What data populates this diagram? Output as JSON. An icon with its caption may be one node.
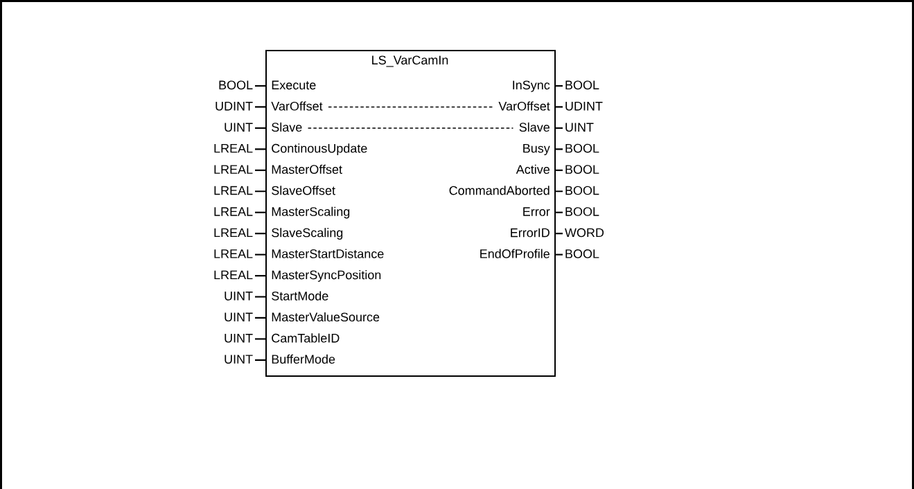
{
  "diagram": {
    "nodes": [
      {
        "text": [
          "LS_VarCamIn"
        ]
      },
      {
        "text": [
          "Execute"
        ],
        "in": 0
      },
      {
        "text": [
          "VarOffset"
        ],
        "in": 0
      },
      {
        "text": [
          "Slave"
        ],
        "in": 0
      },
      {
        "text": [
          "ContinousUpdate"
        ],
        "in": 0
      },
      {
        "text": [
          "MasterOffset"
        ],
        "in": 0
      },
      {
        "text": [
          "SlaveOffset"
        ],
        "in": 0
      },
      {
        "text": [
          "MasterScaling"
        ],
        "in": 0
      },
      {
        "text": [
          "SlaveScaling"
        ],
        "in": 0
      },
      {
        "text": [
          "MasterStartDistance"
        ],
        "in": 0
      },
      {
        "text": [
          "MasterSyncPosition"
        ],
        "in": 0
      },
      {
        "text": [
          "StartMode"
        ],
        "in": 0
      },
      {
        "text": [
          "MasterValueSource"
        ],
        "in": 0
      },
      {
        "text": [
          "CamTableID"
        ],
        "in": 0
      },
      {
        "text": [
          "BufferMode"
        ],
        "in": 0
      },
      {
        "text": [
          "InSync"
        ],
        "in": 0
      },
      {
        "text": [
          "VarOffset"
        ],
        "in": 0
      },
      {
        "text": [
          "Slave"
        ],
        "in": 0
      },
      {
        "text": [
          "Busy"
        ],
        "in": 0
      },
      {
        "text": [
          "Active"
        ],
        "in": 0
      },
      {
        "text": [
          "CommandAborted"
        ],
        "in": 0
      },
      {
        "text": [
          "Error"
        ],
        "in": 0
      },
      {
        "text": [
          "ErrorID"
        ],
        "in": 0
      },
      {
        "text": [
          "EndOfProfile"
        ],
        "in": 0
      },
      {
        "text": [
          "BOOL"
        ]
      },
      {
        "text": [
          "UDINT"
        ]
      },
      {
        "text": [
          "UINT"
        ]
      },
      {
        "text": [
          "LREAL"
        ]
      },
      {
        "text": [
          "LREAL"
        ]
      },
      {
        "text": [
          "LREAL"
        ]
      },
      {
        "text": [
          "LREAL"
        ]
      },
      {
        "text": [
          "LREAL"
        ]
      },
      {
        "text": [
          "LREAL"
        ]
      },
      {
        "text": [
          "LREAL"
        ]
      },
      {
        "text": [
          "UINT"
        ]
      },
      {
        "text": [
          "UINT"
        ]
      },
      {
        "text": [
          "UINT"
        ]
      },
      {
        "text": [
          "UINT"
        ]
      },
      {
        "text": [
          "BOOL"
        ]
      },
      {
        "text": [
          "UDINT"
        ]
      },
      {
        "text": [
          "UINT"
        ]
      },
      {
        "text": [
          "BOOL"
        ]
      },
      {
        "text": [
          "BOOL"
        ]
      },
      {
        "text": [
          "BOOL"
        ]
      },
      {
        "text": [
          "BOOL"
        ]
      },
      {
        "text": [
          "WORD"
        ]
      },
      {
        "text": [
          "BOOL"
        ]
      }
    ],
    "edges": [
      {
        "from": 24,
        "to": 1,
        "arrow": "none"
      },
      {
        "from": 25,
        "to": 2,
        "arrow": "none"
      },
      {
        "from": 26,
        "to": 3,
        "arrow": "none"
      },
      {
        "from": 27,
        "to": 4,
        "arrow": "none"
      },
      {
        "from": 28,
        "to": 5,
        "arrow": "none"
      },
      {
        "from": 29,
        "to": 6,
        "arrow": "none"
      },
      {
        "from": 30,
        "to": 7,
        "arrow": "none"
      },
      {
        "from": 31,
        "to": 8,
        "arrow": "none"
      },
      {
        "from": 32,
        "to": 9,
        "arrow": "none"
      },
      {
        "from": 33,
        "to": 10,
        "arrow": "none"
      },
      {
        "from": 34,
        "to": 11,
        "arrow": "none"
      },
      {
        "from": 35,
        "to": 12,
        "arrow": "none"
      },
      {
        "from": 36,
        "to": 13,
        "arrow": "none"
      },
      {
        "from": 37,
        "to": 14,
        "arrow": "none"
      },
      {
        "from": 15,
        "to": 38,
        "arrow": "none"
      },
      {
        "from": 16,
        "to": 39,
        "arrow": "none"
      },
      {
        "from": 17,
        "to": 40,
        "arrow": "none"
      },
      {
        "from": 18,
        "to": 41,
        "arrow": "none"
      },
      {
        "from": 19,
        "to": 42,
        "arrow": "none"
      },
      {
        "from": 20,
        "to": 43,
        "arrow": "none"
      },
      {
        "from": 21,
        "to": 44,
        "arrow": "none"
      },
      {
        "from": 22,
        "to": 45,
        "arrow": "none"
      },
      {
        "from": 23,
        "to": 46,
        "arrow": "none"
      },
      {
        "from": 2,
        "to": 16,
        "arrow": "none",
        "style": "dashed"
      },
      {
        "from": 3,
        "to": 17,
        "arrow": "none",
        "style": "dashed"
      }
    ]
  }
}
